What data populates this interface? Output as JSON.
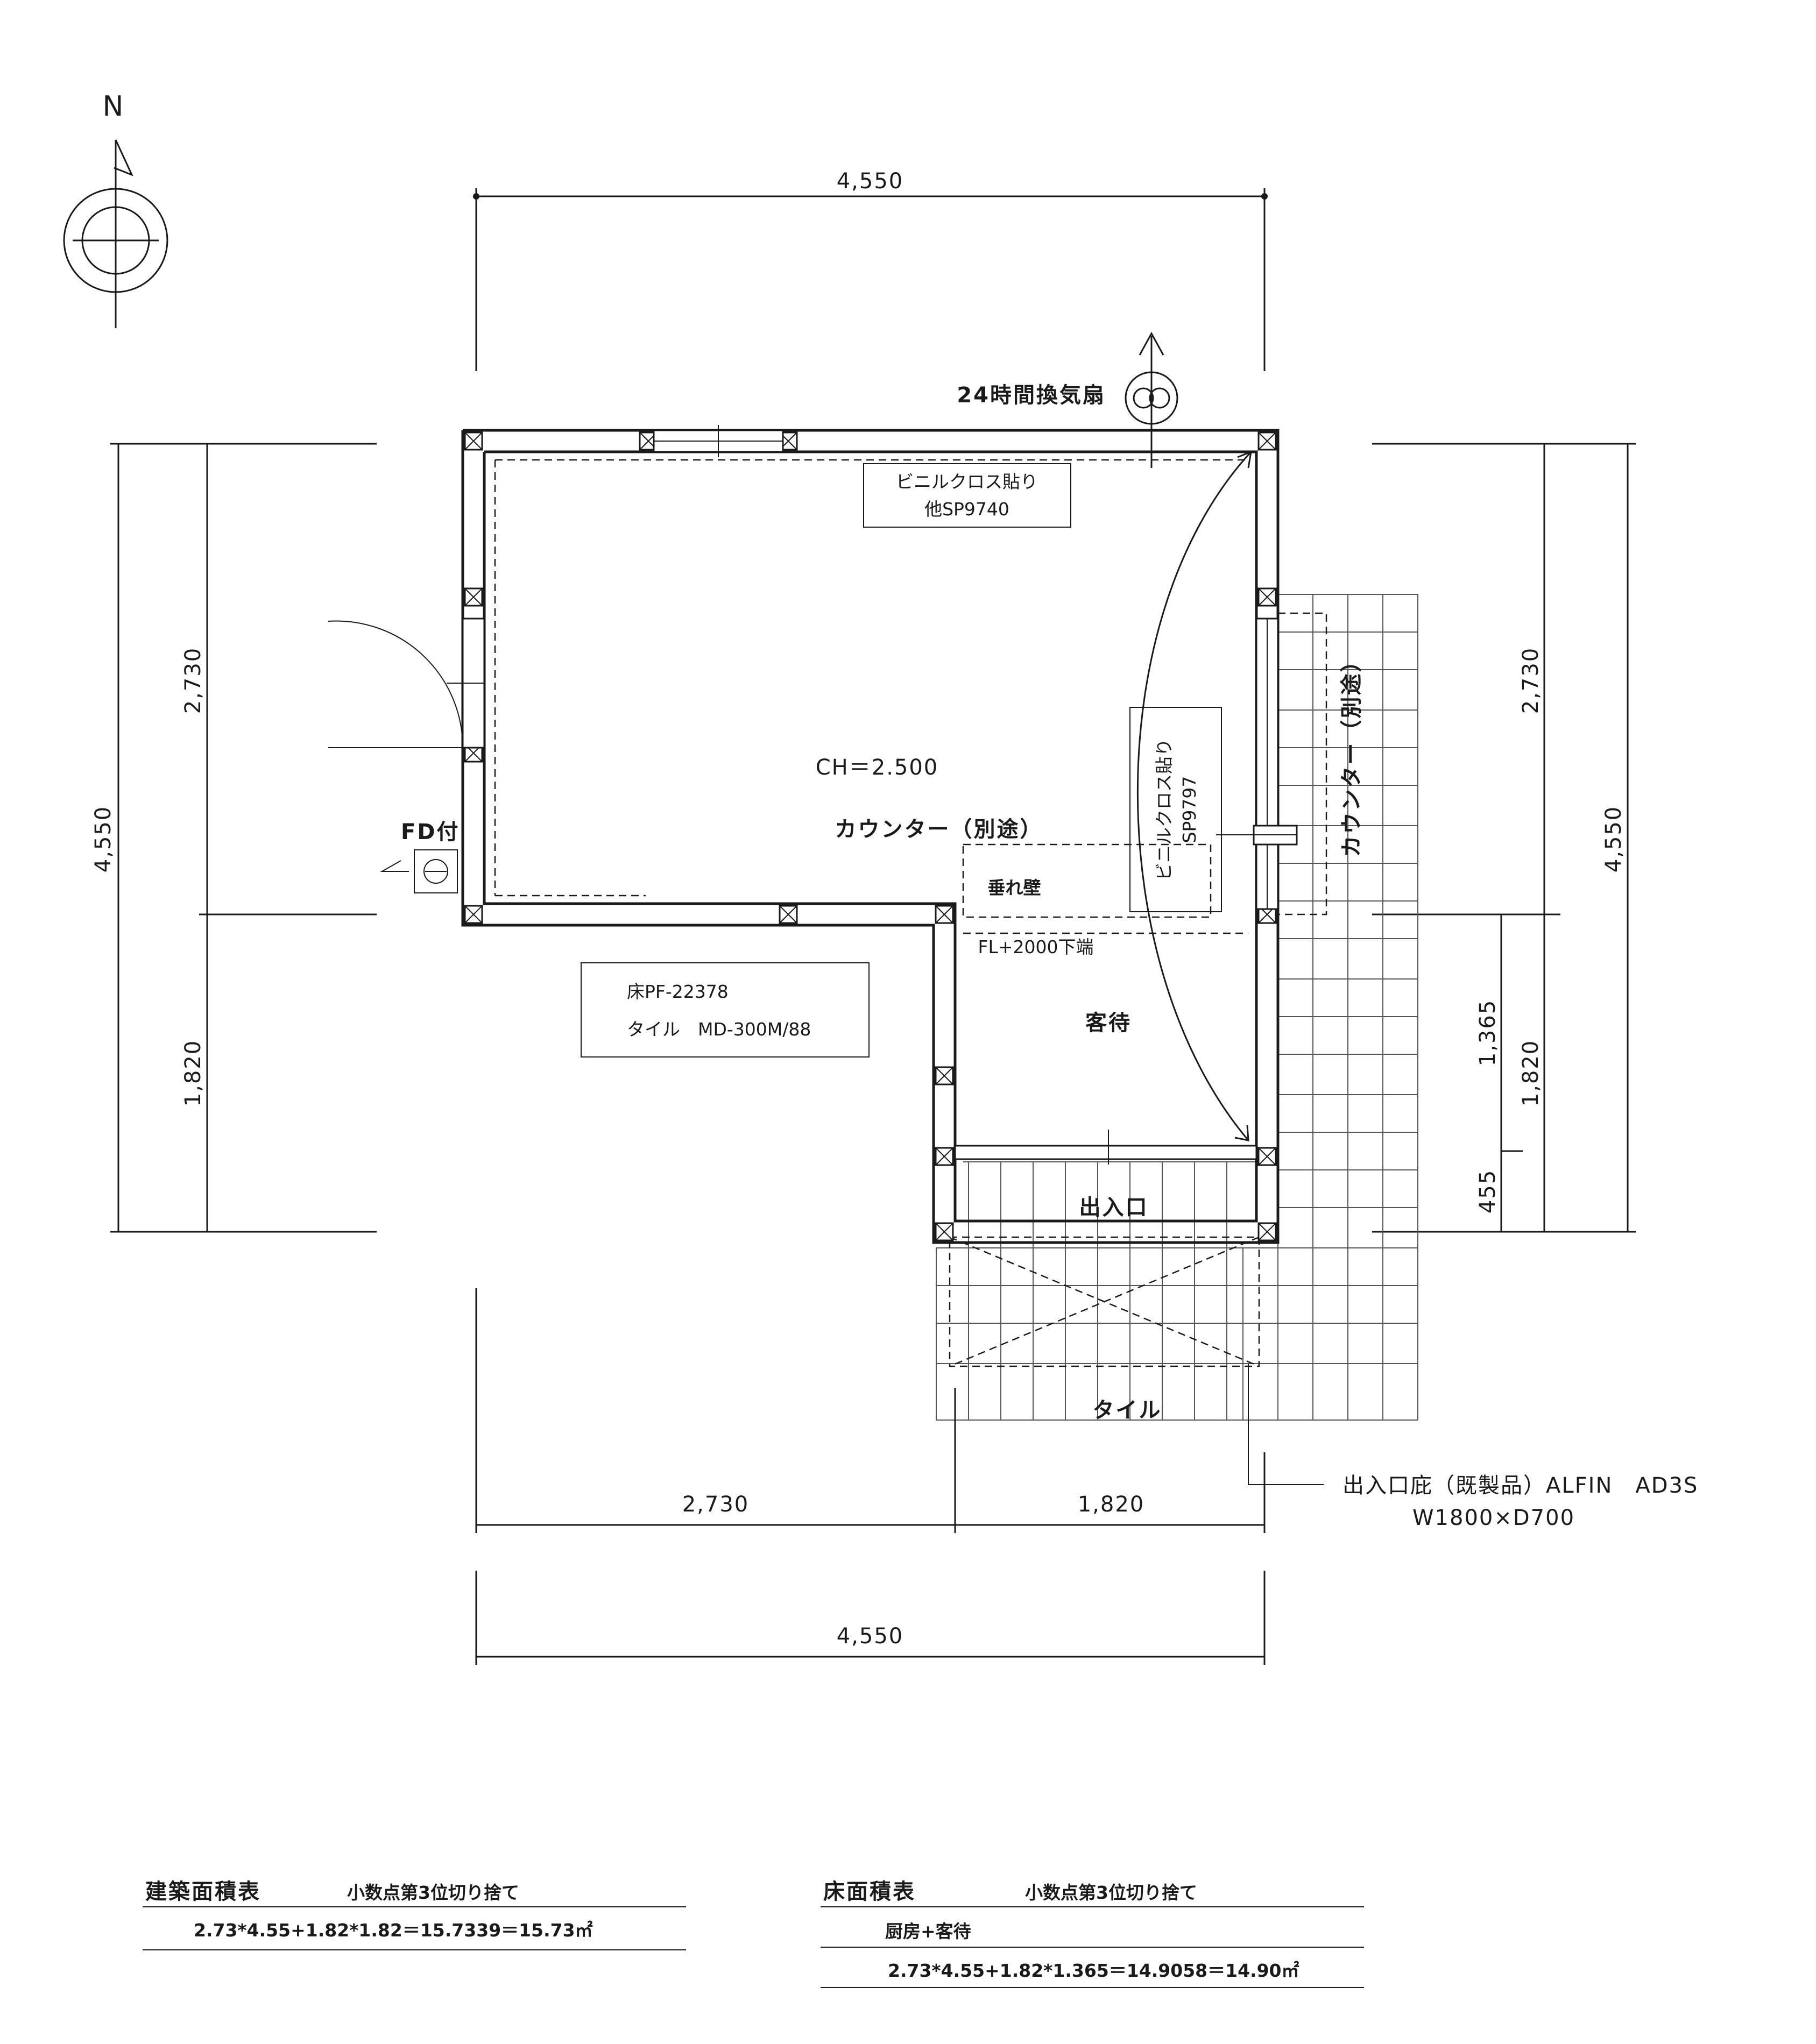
{
  "north_label": "N",
  "fan_label": "24時間換気扇",
  "fd_label": "FD付",
  "dims": {
    "top_total": "4,550",
    "bottom_left": "2,730",
    "bottom_right": "1,820",
    "bottom_total": "4,550",
    "left_total": "4,550",
    "left_upper": "2,730",
    "left_lower": "1,820",
    "right_upper": "2,730",
    "right_total": "4,550",
    "right_1365": "1,365",
    "right_1820": "1,820",
    "right_455": "455"
  },
  "notes": {
    "wall_cloth_line1": "ビニルクロス貼り",
    "wall_cloth_line2": "他SP9740",
    "ceiling_height": "CH＝2.500",
    "counter": "カウンター（別途）",
    "vertical_cloth_line1": "ビニルクロス貼り",
    "vertical_cloth_line2": "SP9797",
    "counter_vertical": "カウンター（別途）",
    "hanging_wall": "垂れ壁",
    "hanging_wall_height": "FL+2000下端",
    "floor_line1": "床PF-22378",
    "floor_line2": "タイル　MD-300M/88",
    "waiting_room": "客待",
    "entrance": "出入口",
    "tile": "タイル",
    "canopy_line1": "出入口庇（既製品）ALFIN　AD3S",
    "canopy_line2": "W1800×D700"
  },
  "area_tables": {
    "building": {
      "title": "建築面積表",
      "note": "小数点第3位切り捨て",
      "formula": "2.73*4.55+1.82*1.82＝15.7339＝15.73㎡"
    },
    "floor": {
      "title": "床面積表",
      "note": "小数点第3位切り捨て",
      "subtitle": "厨房+客待",
      "formula": "2.73*4.55+1.82*1.365＝14.9058＝14.90㎡"
    }
  }
}
